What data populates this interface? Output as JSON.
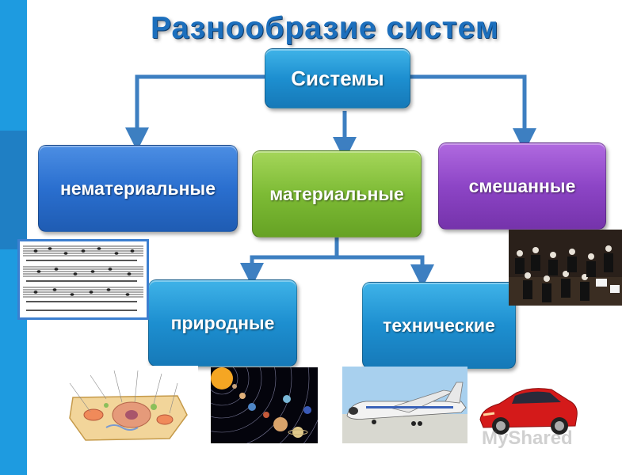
{
  "title": "Разнообразие систем",
  "nodes": {
    "root": "Системы",
    "immaterial": "нематериальные",
    "material": "материальные",
    "mixed": "смешанные",
    "natural": "природные",
    "technical": "технические"
  },
  "images": {
    "sheet_music": "sheet-music-image",
    "orchestra": "orchestra-image",
    "cell": "cell-diagram-image",
    "solar_system": "solar-system-image",
    "airplane": "airplane-image",
    "car": "red-car-image"
  },
  "watermark": "MyShared",
  "colors": {
    "title": "#1c6fbd",
    "connector": "#3d7fc1",
    "blue": "#1d8fd0",
    "dark_blue": "#2a6fcf",
    "green": "#7dbb35",
    "purple": "#8d45c6",
    "side_bar": "#1e9be0"
  }
}
